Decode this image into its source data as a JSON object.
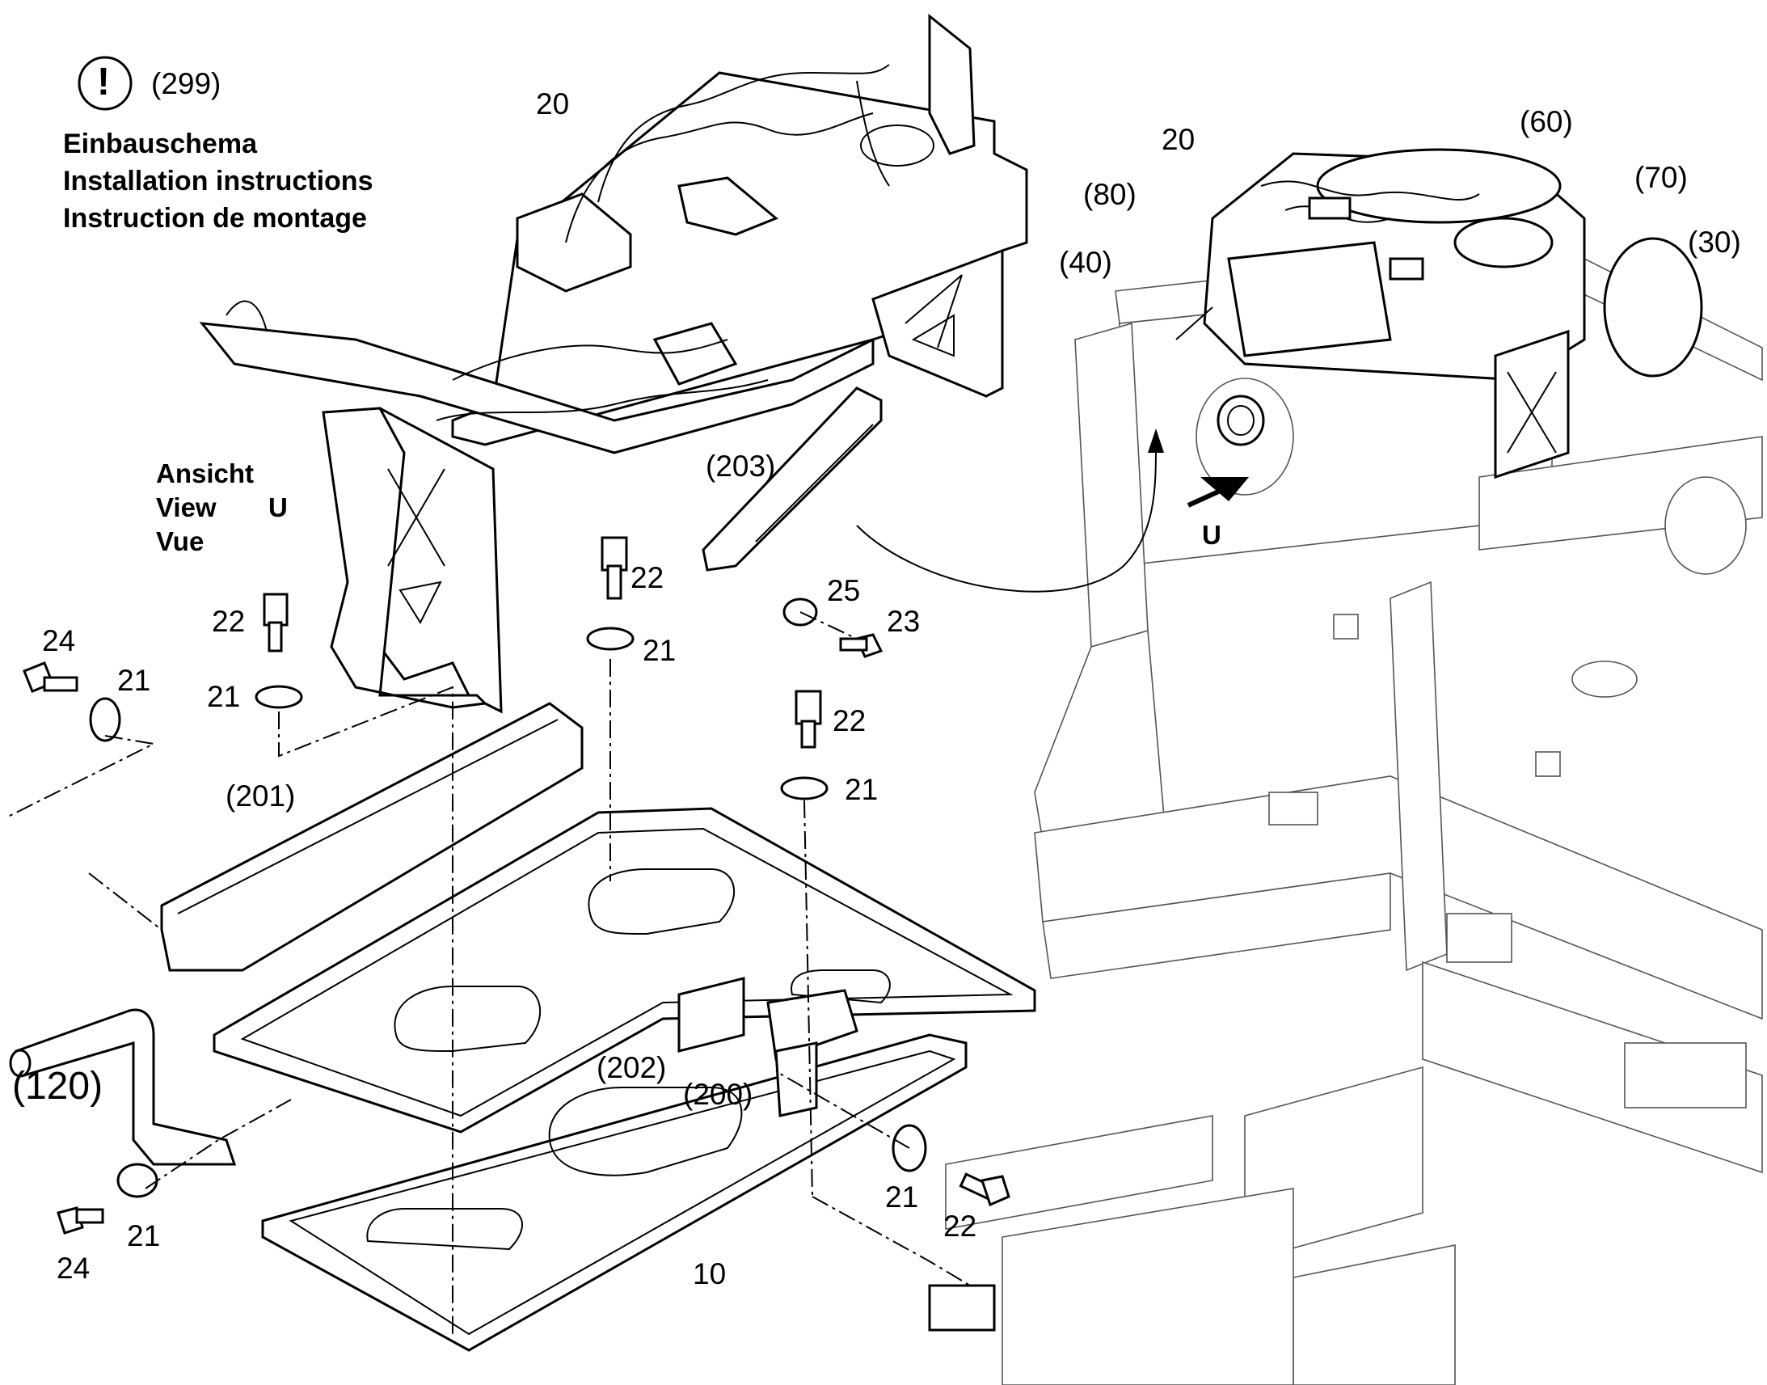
{
  "caution": {
    "symbol": "!",
    "ref": "(299)"
  },
  "header_lines": [
    "Einbauschema",
    "Installation instructions",
    "Instruction de montage"
  ],
  "view_label": {
    "lines": [
      "Ansicht",
      "View",
      "Vue"
    ],
    "letter": "U"
  },
  "callouts": {
    "c20_top": "20",
    "c20_right": "20",
    "c60": "(60)",
    "c70": "(70)",
    "c80": "(80)",
    "c40": "(40)",
    "c30": "(30)",
    "c203": "(203)",
    "c25": "25",
    "c23": "23",
    "c22_a": "22",
    "c21_a": "21",
    "c22_b": "22",
    "c21_b": "21",
    "c24_a": "24",
    "c21_c": "21",
    "c201": "(201)",
    "c22_c": "22",
    "c21_d": "21",
    "c120": "(120)",
    "c202": "(202)",
    "c200": "(200)",
    "c21_e": "21",
    "c22_d": "22",
    "c21_f": "21",
    "c24_b": "24",
    "c10": "10",
    "view_arrow_letter": "U"
  }
}
